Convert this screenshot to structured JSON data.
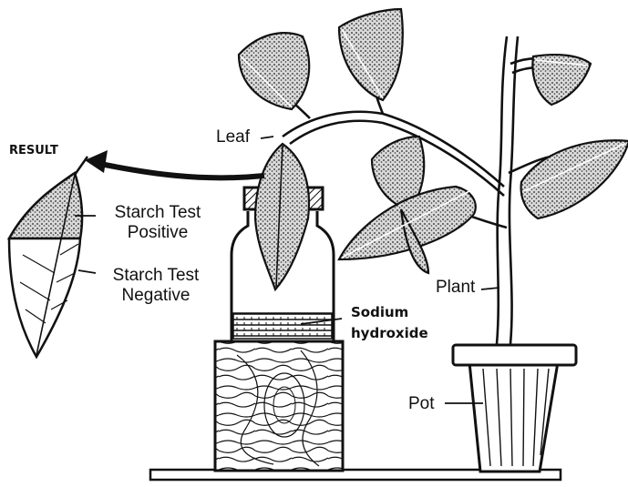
{
  "labels": {
    "result": "RESULT",
    "leaf": "Leaf",
    "starch_positive_line1": "Starch Test",
    "starch_positive_line2": "Positive",
    "starch_negative_line1": "Starch Test",
    "starch_negative_line2": "Negative",
    "sodium_line1": "Sodium",
    "sodium_line2": "hydroxide",
    "plant": "Plant",
    "pot": "Pot"
  },
  "colors": {
    "ink": "#111111",
    "paper": "#ffffff",
    "stipple": "#555555"
  }
}
